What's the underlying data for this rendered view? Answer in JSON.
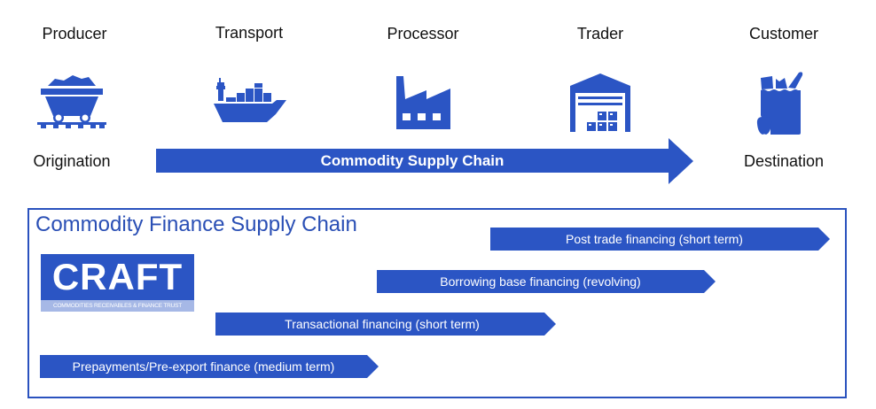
{
  "colors": {
    "brand_blue": "#2b55c4",
    "title_blue": "#2a4fb5",
    "logo_strip": "#a6b8e6",
    "text": "#111111"
  },
  "supply_chain": {
    "stages": [
      {
        "label": "Producer",
        "icon": "mine-cart-icon"
      },
      {
        "label": "Transport",
        "icon": "cargo-ship-icon"
      },
      {
        "label": "Processor",
        "icon": "factory-icon"
      },
      {
        "label": "Trader",
        "icon": "warehouse-icon"
      },
      {
        "label": "Customer",
        "icon": "grocery-bag-icon"
      }
    ],
    "start_label": "Origination",
    "end_label": "Destination",
    "arrow_label": "Commodity Supply Chain"
  },
  "finance": {
    "title": "Commodity Finance Supply Chain",
    "logo": {
      "name": "CRAFT",
      "subtitle": "COMMODITIES RECEIVABLES & FINANCE TRUST"
    },
    "arrows": [
      {
        "label": "Post trade financing (short term)"
      },
      {
        "label": "Borrowing base financing (revolving)"
      },
      {
        "label": "Transactional financing (short term)"
      },
      {
        "label": "Prepayments/Pre-export finance (medium term)"
      }
    ]
  }
}
